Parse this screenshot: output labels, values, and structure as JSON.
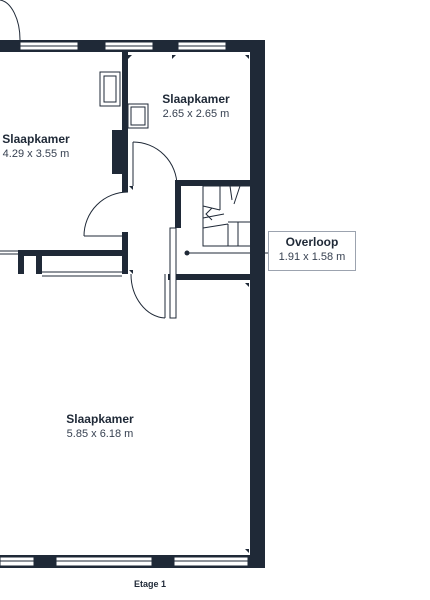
{
  "rooms": {
    "slaapkamer_top_right": {
      "name": "Slaapkamer",
      "dimensions": "2.65 x 2.65 m"
    },
    "slaapkamer_top_left": {
      "name": "Slaapkamer",
      "dimensions": "4.29 x 3.55 m"
    },
    "overloop": {
      "name": "Overloop",
      "dimensions": "1.91 x 1.58 m"
    },
    "slaapkamer_bottom": {
      "name": "Slaapkamer",
      "dimensions": "5.85 x 6.18 m"
    }
  },
  "floor_label": "Etage 1",
  "colors": {
    "wall": "#1f2937",
    "background": "#ffffff",
    "callout_border": "#9ca3af"
  }
}
